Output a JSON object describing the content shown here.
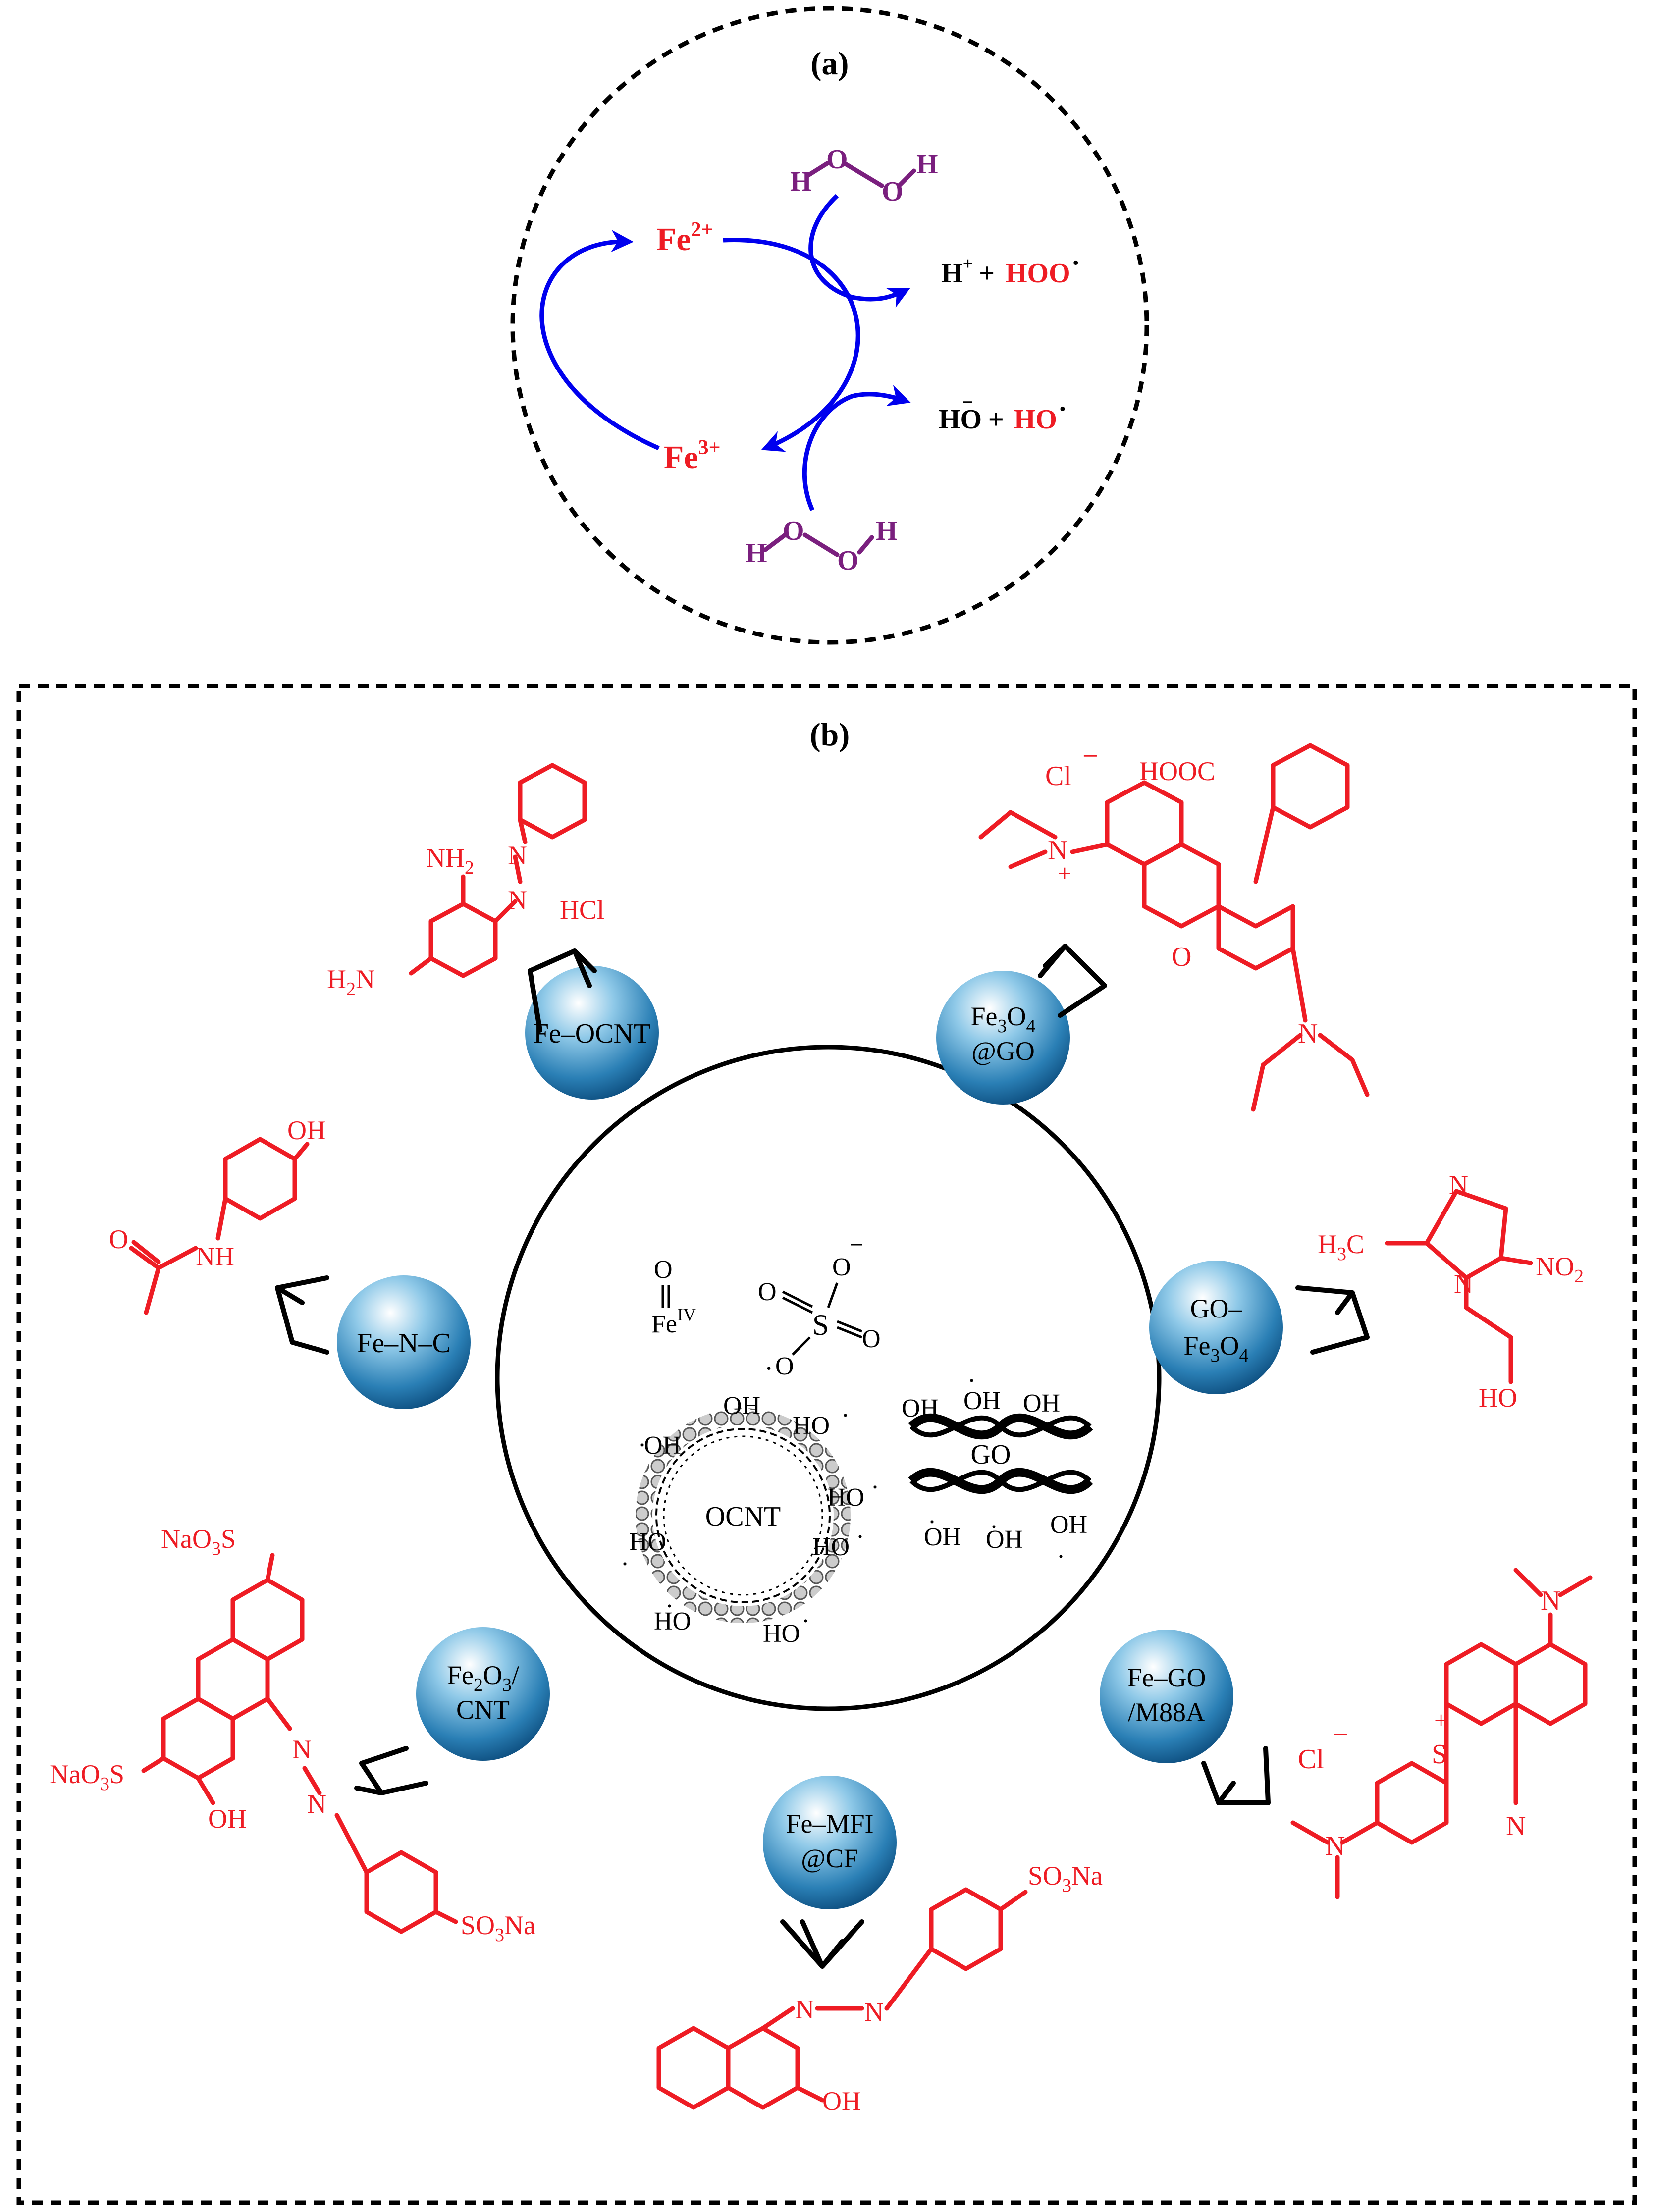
{
  "panel_a": {
    "label": "(a)",
    "fe2": "Fe",
    "fe2_sup": "2+",
    "fe3": "Fe",
    "fe3_sup": "3+",
    "h2o2_top": {
      "h1": "H",
      "o1": "O",
      "o2": "O",
      "h2": "H"
    },
    "h2o2_bottom": {
      "h1": "H",
      "o1": "O",
      "o2": "O",
      "h2": "H"
    },
    "prod_top": {
      "h": "H",
      "h_sup": "+",
      "plus": "+",
      "hoo": "HOO",
      "rad": "."
    },
    "prod_bottom": {
      "ho": "HO",
      "minus": "−",
      "plus": "+",
      "hor": "HO",
      "rad": "."
    }
  },
  "panel_b": {
    "label": "(b)",
    "catalysts": [
      {
        "line1": "Fe–OCNT",
        "line2": ""
      },
      {
        "line1": "Fe",
        "s1": "3",
        "m": "O",
        "s2": "4",
        "line2": "@GO"
      },
      {
        "line1": "GO–",
        "line2": "Fe",
        "s1": "3",
        "m": "O",
        "s2": "4"
      },
      {
        "line1": "Fe–GO",
        "line2": "/M88A"
      },
      {
        "line1": "Fe–MFI",
        "line2": "@CF"
      },
      {
        "line1": "Fe",
        "s1": "2",
        "m": "O",
        "s2": "3",
        "suffix": "/",
        "line2": "CNT"
      },
      {
        "line1": "Fe–N–C",
        "line2": ""
      }
    ],
    "center": {
      "ferryl_o": "O",
      "ferryl_fe": "Fe",
      "ferryl_sup": "IV",
      "sulfate_s": "S",
      "sulfate_o": "O",
      "sulfate_minus": "−",
      "rad": ".",
      "ocnt": "OCNT",
      "go": "GO",
      "oh": "OH",
      "ho": "HO"
    },
    "dyes": {
      "chrysoidine": {
        "nh2": "NH",
        "nh2_sub": "2",
        "h2n_h": "H",
        "h2n_sub": "2",
        "h2n_n": "N",
        "n": "N",
        "hcl": "HCl"
      },
      "rhodamine": {
        "cl": "Cl",
        "minus": "−",
        "hooc": "HOOC",
        "n": "N",
        "plus": "+",
        "o": "O"
      },
      "metronidazole": {
        "h3c": "H",
        "h3c_sub": "3",
        "h3c_c": "C",
        "n": "N",
        "no2": "NO",
        "no2_sub": "2",
        "ho": "HO"
      },
      "methylene_blue": {
        "cl": "Cl",
        "minus": "−",
        "s": "S",
        "plus": "+",
        "n": "N"
      },
      "orange_ii": {
        "so3na_pre": "SO",
        "so3na_sub": "3",
        "so3na_post": "Na",
        "n": "N",
        "oh": "OH"
      },
      "tartrazine_like": {
        "naso3s_pre": "NaO",
        "naso3s_sub": "3",
        "naso3s_post": "S",
        "oh": "OH",
        "n": "N"
      },
      "paracetamol": {
        "oh": "OH",
        "o": "O",
        "nh": "NH"
      }
    }
  }
}
